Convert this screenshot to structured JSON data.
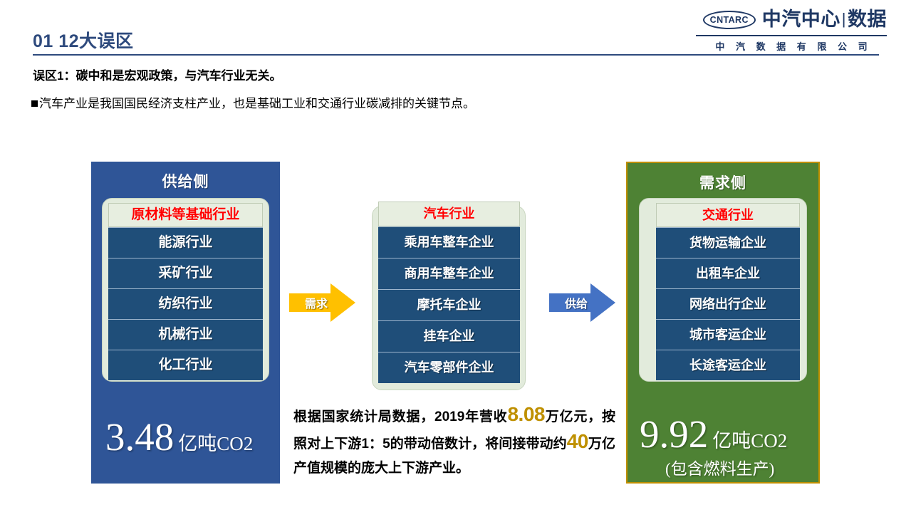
{
  "header": {
    "title": "01 12大误区",
    "logo": {
      "mark_text": "CNTARC",
      "name_primary": "中汽中心",
      "separator": "|",
      "name_secondary": "数据",
      "company_line": "中 汽 数 据 有 限 公 司"
    }
  },
  "body": {
    "subtitle": "误区1：碳中和是宏观政策，与汽车行业无关。",
    "bullet": "汽车产业是我国国民经济支柱产业，也是基础工业和交通行业碳减排的关键节点。"
  },
  "diagram": {
    "supply": {
      "header": "供给侧",
      "panel_header": "原材料等基础行业",
      "items": [
        "能源行业",
        "采矿行业",
        "纺织行业",
        "机械行业",
        "化工行业"
      ],
      "stat_value": "3.48",
      "stat_unit": "亿吨CO2",
      "color": "#2F5597"
    },
    "auto": {
      "panel_header": "汽车行业",
      "items": [
        "乘用车整车企业",
        "商用车整车企业",
        "摩托车企业",
        "挂车企业",
        "汽车零部件企业"
      ]
    },
    "demand": {
      "header": "需求侧",
      "panel_header": "交通行业",
      "items": [
        "货物运输企业",
        "出租车企业",
        "网络出行企业",
        "城市客运企业",
        "长途客运企业"
      ],
      "stat_value": "9.92",
      "stat_unit": "亿吨CO2",
      "stat_note": "(包含燃料生产)",
      "color": "#4E8234",
      "border_color": "#BF8F00"
    },
    "arrow_demand": {
      "label": "需求",
      "color": "#FFC000"
    },
    "arrow_supply": {
      "label": "供给",
      "color": "#4472C4"
    },
    "note": {
      "seg1": "根据国家统计局数据，2019年营收",
      "hl1": "8.08",
      "seg2": "万亿元，按照对上下游1：5的带动倍数计，将间接带动约",
      "hl2": "40",
      "seg3": "万亿产值规模的庞大上下游产业。"
    }
  }
}
